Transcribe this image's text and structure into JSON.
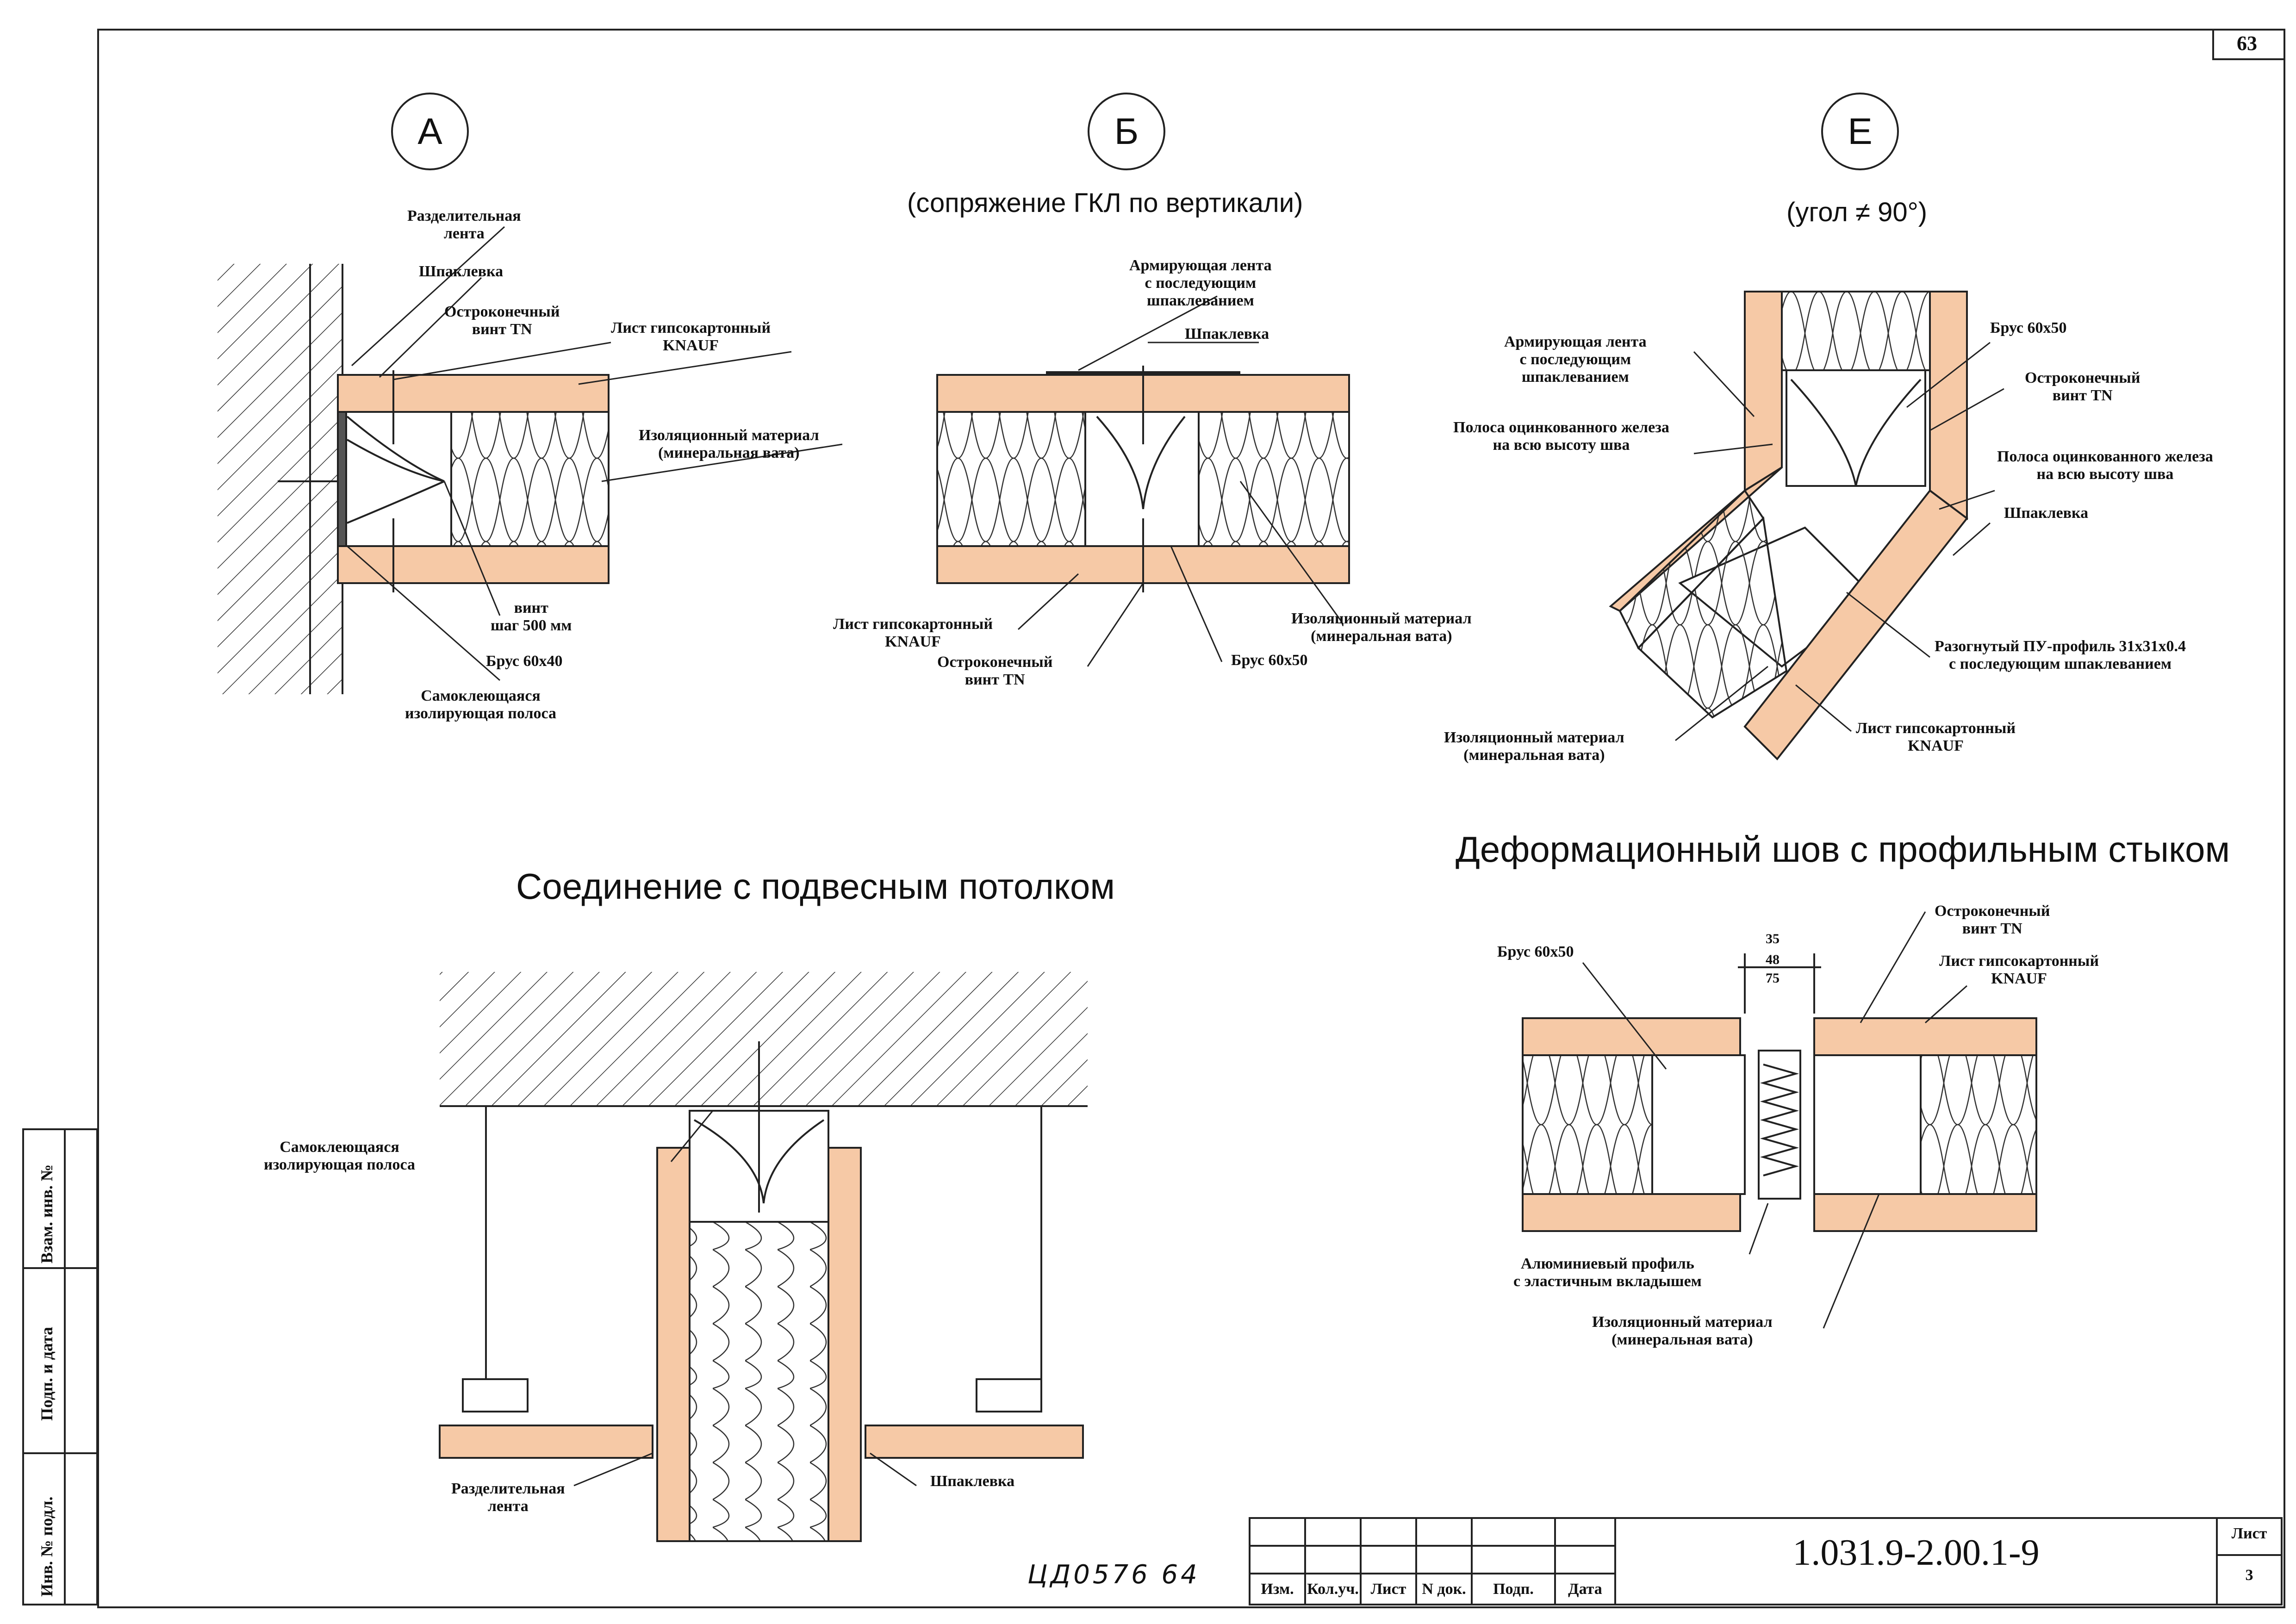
{
  "sheet_number": "63",
  "details": {
    "A": {
      "marker": "А",
      "labels": {
        "separating_tape": "Разделительная\nлента",
        "putty": "Шпаклевка",
        "screw": "Остроконечный\nвинт TN",
        "gkl": "Лист гипсокартонный\nKNAUF",
        "insulation": "Изоляционный материал\n(минеральная вата)",
        "screw_pitch": "винт\nшаг 500 мм",
        "beam": "Брус 60х40",
        "strip": "Самоклеющаяся\nизолирующая полоса"
      }
    },
    "B": {
      "marker": "Б",
      "subtitle": "(сопряжение ГКЛ по вертикали)",
      "labels": {
        "tape": "Армирующая лента\nс последующим\nшпаклеванием",
        "putty": "Шпаклевка",
        "gkl": "Лист гипсокартонный\nKNAUF",
        "screw": "Остроконечный\nвинт TN",
        "insulation": "Изоляционный материал\n(минеральная вата)",
        "beam": "Брус 60х50"
      }
    },
    "E": {
      "marker": "Е",
      "subtitle": "(угол ≠ 90°)",
      "labels": {
        "tape": "Армирующая лента\nс последующим\nшпаклеванием",
        "strip_left": "Полоса оцинкованного железа\nна всю высоту шва",
        "beam": "Брус 60х50",
        "screw": "Остроконечный\nвинт TN",
        "strip_right": "Полоса оцинкованного железа\nна всю высоту шва",
        "putty": "Шпаклевка",
        "profile": "Разогнутый ПУ-профиль 31х31х0.4\nс последующим шпаклеванием",
        "gkl": "Лист гипсокартонный\nKNAUF",
        "insulation": "Изоляционный материал\n(минеральная вата)"
      }
    },
    "ceiling": {
      "title": "Соединение с подвесным потолком",
      "labels": {
        "strip": "Самоклеющаяся\nизолирующая полоса",
        "tape": "Разделительная\nлента",
        "putty": "Шпаклевка"
      }
    },
    "joint": {
      "title": "Деформационный шов с профильным стыком",
      "dims": [
        "35",
        "48",
        "75"
      ],
      "labels": {
        "beam": "Брус 60х50",
        "screw": "Остроконечный\nвинт TN",
        "gkl": "Лист гипсокартонный\nKNAUF",
        "profile": "Алюминиевый профиль\nс эластичным вкладышем",
        "insulation": "Изоляционный материал\n(минеральная вата)"
      }
    }
  },
  "side_stamp": [
    "Взам. инв. №",
    "Подп. и дата",
    "Инв. № подл."
  ],
  "title_block": {
    "cols": [
      "Изм.",
      "Кол.уч.",
      "Лист",
      "N док.",
      "Подп.",
      "Дата"
    ],
    "doc_code": "1.031.9-2.00.1-9",
    "sheet_label": "Лист",
    "sheet_value": "3"
  },
  "handwritten_note": "ЦД0576 64",
  "colors": {
    "gkl_fill": "#f6c9a6",
    "line": "#222222"
  }
}
